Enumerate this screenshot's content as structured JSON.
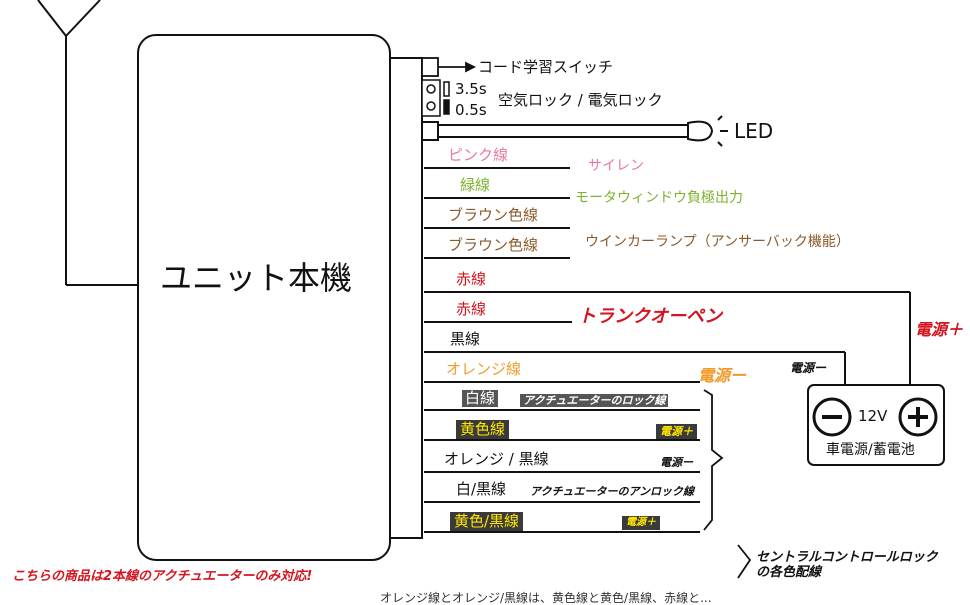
{
  "unit": {
    "title": "ユニット本機"
  },
  "top_connectors": [
    {
      "label": "コード学習スイッチ"
    },
    {
      "label": "空気ロック / 電気ロック",
      "settings": [
        "3.5s",
        "0.5s"
      ]
    },
    {
      "label": "LED"
    }
  ],
  "wires": [
    {
      "name": "ピンク線",
      "color": "#e87a9a",
      "function": "サイレン",
      "function_color": "#e87a9a"
    },
    {
      "name": "緑線",
      "color": "#7cb32a",
      "function": "モータウィンドウ負極出力",
      "function_color": "#7cb32a"
    },
    {
      "name": "ブラウン色線",
      "color": "#8b5a2b",
      "function": "",
      "function_color": "#8b5a2b"
    },
    {
      "name": "ブラウン色線",
      "color": "#8b5a2b",
      "function": "ウインカーランプ（アンサーバック機能）",
      "function_color": "#8b5a2b"
    },
    {
      "name": "赤線",
      "color": "#d4141e",
      "function": "",
      "function_color": "#d4141e"
    },
    {
      "name": "赤線",
      "color": "#d4141e",
      "function": "トランクオーペン",
      "function_color": "#d4141e"
    },
    {
      "name": "黒線",
      "color": "#111111",
      "function": "",
      "function_color": "#111111"
    },
    {
      "name": "オレンジ線",
      "color": "#f39a2b",
      "function": "電源ー",
      "function_color": "#f39a2b"
    },
    {
      "name": "白線",
      "color": "#ffffff",
      "function": "アクチュエーターのロック線",
      "function_color": "#ffffff"
    },
    {
      "name": "黄色線",
      "color": "#ffe600",
      "function": "電源＋",
      "function_color": "#ffe600"
    },
    {
      "name": "オレンジ / 黒線",
      "color": "#111111",
      "function": "電源ー",
      "function_color": "#111111"
    },
    {
      "name": "白/黒線",
      "color": "#111111",
      "function": "アクチュエーターのアンロック線",
      "function_color": "#111111"
    },
    {
      "name": "黄色/黒線",
      "color": "#ffe600",
      "function": "電源＋",
      "function_color": "#ffe600"
    }
  ],
  "battery": {
    "minus_label": "電源ー",
    "plus_label": "電源＋",
    "voltage": "12V",
    "caption": "車電源/蓄電池",
    "minus_symbol": "−",
    "plus_symbol": "+"
  },
  "central_lock_note": "セントラルコントロールロック\nの各色配線",
  "notice": "こちらの商品は2本線のアクチュエーターのみ対応!",
  "footer_partial": "オレンジ線とオレンジ/黒線は、黄色線と黄色/黒線、赤線と..."
}
